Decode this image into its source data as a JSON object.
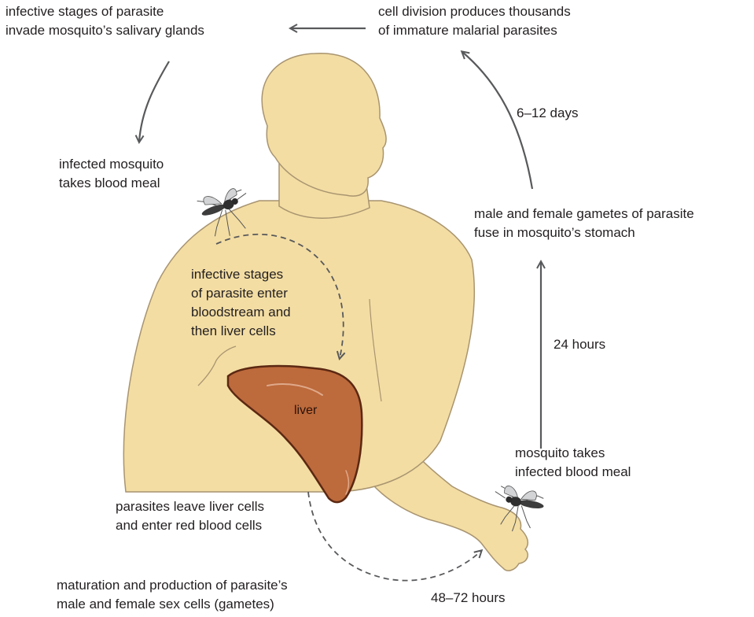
{
  "labels": {
    "salivary_line1": "infective stages of parasite",
    "salivary_line2": "invade mosquito’s salivary glands",
    "division_line1": "cell division produces thousands",
    "division_line2": "of immature malarial parasites",
    "interval_6_12": "6–12 days",
    "bite_line1": "infected mosquito",
    "bite_line2": "takes blood meal",
    "gametes_line1": "male and female gametes of parasite",
    "gametes_line2": "fuse in mosquito’s stomach",
    "bloodstream_line1": "infective stages",
    "bloodstream_line2": "of parasite enter",
    "bloodstream_line3": "bloodstream and",
    "bloodstream_line4": "then liver cells",
    "interval_24": "24 hours",
    "liver": "liver",
    "meal_line1": "mosquito takes",
    "meal_line2": "infected blood meal",
    "leave_line1": "parasites leave liver cells",
    "leave_line2": "and enter red blood cells",
    "maturation_line1": "maturation and production of parasite’s",
    "maturation_line2": "male and female sex cells (gametes)",
    "interval_48_72": "48–72 hours"
  },
  "colors": {
    "skin": "#f3dda3",
    "skin_outline": "#a89470",
    "liver": "#bd6a3c",
    "liver_outline": "#5b2812",
    "arrow": "#58595b",
    "text": "#231f20"
  },
  "icons": [
    "mosquito-icon",
    "liver-icon",
    "human-figure"
  ]
}
